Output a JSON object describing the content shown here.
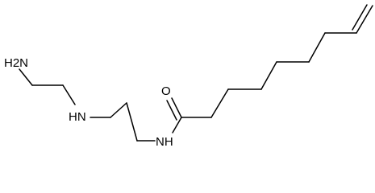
{
  "molecule": {
    "atom_labels": {
      "amine_terminal": "H2N",
      "amine_secondary": "HN",
      "carbonyl_oxygen": "O",
      "amide_nitrogen": "NH"
    }
  }
}
